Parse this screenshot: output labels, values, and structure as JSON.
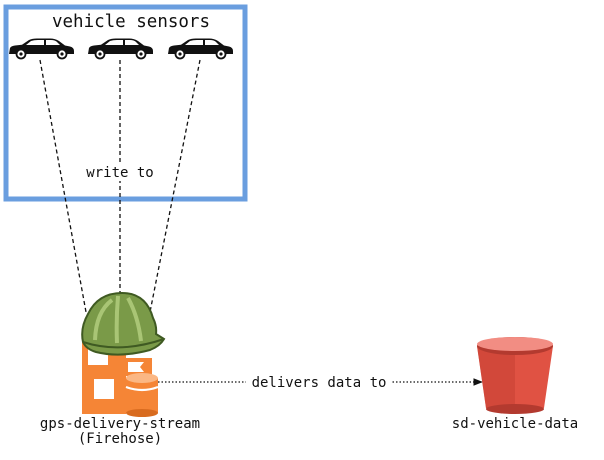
{
  "group": {
    "title": "vehicle sensors",
    "border_color": "#6a9edf"
  },
  "edges": {
    "sensors_to_stream": "write to",
    "stream_to_bucket": "delivers data to"
  },
  "nodes": {
    "cars": [
      {
        "icon": "car-icon"
      },
      {
        "icon": "car-icon"
      },
      {
        "icon": "car-icon"
      }
    ],
    "stream": {
      "icon": "kinesis-firehose-icon",
      "label_line1": "gps-delivery-stream",
      "label_line2": "(Firehose)"
    },
    "bucket": {
      "icon": "s3-bucket-icon",
      "label": "sd-vehicle-data"
    }
  },
  "colors": {
    "firehose_orange": "#f58536",
    "helmet_green": "#7a9a48",
    "bucket_red": "#e05243",
    "car_black": "#111111"
  }
}
